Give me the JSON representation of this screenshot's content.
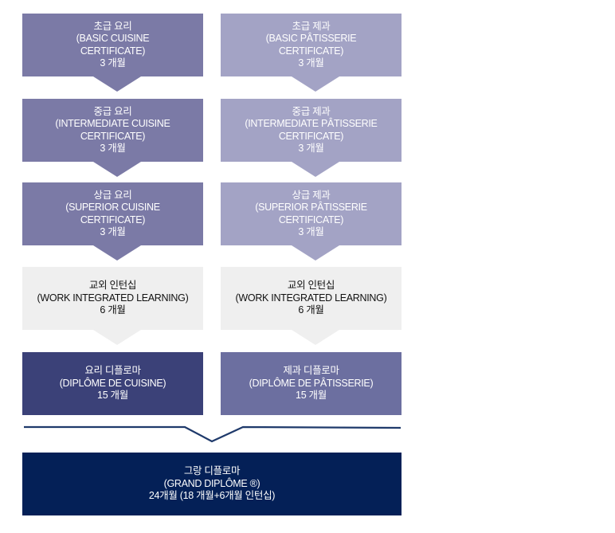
{
  "left_track": [
    {
      "title": "초급 요리",
      "subtitle": "(BASIC CUISINE",
      "subtitle2": "CERTIFICATE)",
      "duration": "3 개월"
    },
    {
      "title": "중급 요리",
      "subtitle": "(INTERMEDIATE CUISINE",
      "subtitle2": "CERTIFICATE)",
      "duration": "3 개월"
    },
    {
      "title": "상급 요리",
      "subtitle": "(SUPERIOR CUISINE",
      "subtitle2": "CERTIFICATE)",
      "duration": "3 개월"
    },
    {
      "title": "교외 인턴십",
      "subtitle": "(WORK INTEGRATED LEARNING)",
      "duration": "6 개월"
    },
    {
      "title": "요리 디플로마",
      "subtitle": "(DIPLÔME DE CUISINE)",
      "duration": "15 개월"
    }
  ],
  "right_track": [
    {
      "title": "초급 제과",
      "subtitle": "(BASIC PÂTISSERIE",
      "subtitle2": "CERTIFICATE)",
      "duration": "3 개월"
    },
    {
      "title": "중급 제과",
      "subtitle": "(INTERMEDIATE PÂTISSERIE",
      "subtitle2": "CERTIFICATE)",
      "duration": "3 개월"
    },
    {
      "title": "상급 제과",
      "subtitle": "(SUPERIOR PÂTISSERIE",
      "subtitle2": "CERTIFICATE)",
      "duration": "3 개월"
    },
    {
      "title": "교외 인턴십",
      "subtitle": "(WORK INTEGRATED LEARNING)",
      "duration": "6 개월"
    },
    {
      "title": "제과 디플로마",
      "subtitle": "(DIPLÔME DE PÂTISSERIE)",
      "duration": "15 개월"
    }
  ],
  "final": {
    "title": "그랑 디플로마",
    "subtitle": "(GRAND DIPLÔME ®)",
    "duration": "24개월  (18 개월+6개월 인턴십)"
  },
  "colors": {
    "certificate_left": "#7b7aa6",
    "certificate_right": "#a3a3c5",
    "internship": "#efefef",
    "diploma_left": "#3b4178",
    "diploma_right": "#6c6fa0",
    "grand_diplome": "#042057",
    "connector": "#1f3a6b"
  }
}
